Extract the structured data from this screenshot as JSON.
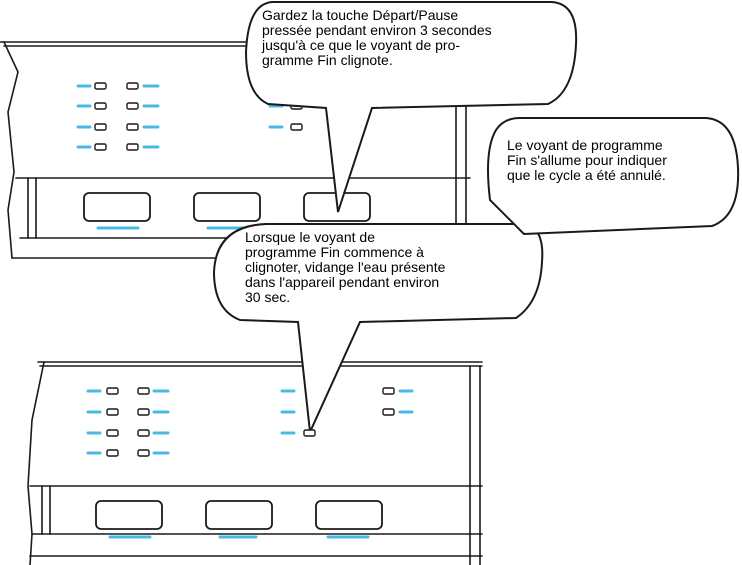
{
  "callouts": {
    "hold_start_pause": "Gardez la touche Départ/Pause\npressée pendant environ 3 secondes\njusqu'à ce que le voyant de pro-\ngramme Fin clignote.",
    "end_light_on": "Le voyant de programme\nFin s'allume pour indiquer\nque le cycle a été annulé.",
    "drain_water": "Lorsque le voyant de\nprogramme Fin commence à\nclignoter, vidange l'eau présente\ndans l'appareil pendant environ\n30 sec."
  },
  "colors": {
    "line": "#1a1a1a",
    "accent": "#49b8e4",
    "bubble_fill": "#ffffff"
  }
}
